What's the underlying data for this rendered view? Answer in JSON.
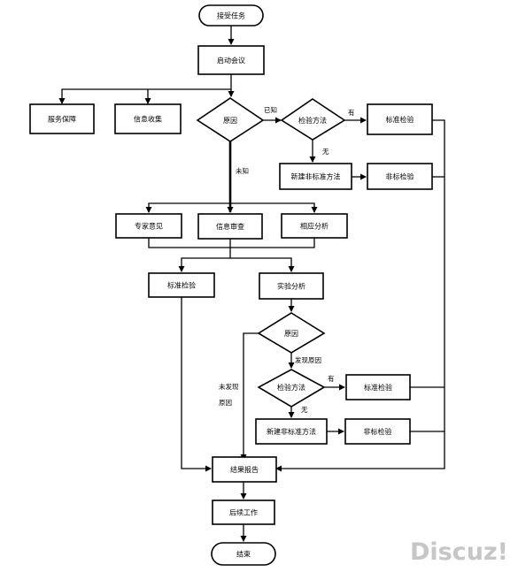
{
  "nodes": {
    "receive_task": "接受任务",
    "kickoff_meeting": "启动会议",
    "service_guarantee": "服务保障",
    "info_collection": "信息收集",
    "cause_decision_1": "原因",
    "test_method_decision_1": "检验方法",
    "standard_test_1": "标准检验",
    "new_nonstandard_method_1": "新建非标准方法",
    "nonstandard_test_1": "非标检验",
    "expert_opinion": "专家意见",
    "info_review": "信息审查",
    "correlation_analysis": "相应分析",
    "standard_test_2": "标准检验",
    "experiment_analysis": "实验分析",
    "cause_decision_2": "原因",
    "test_method_decision_2": "检验方法",
    "standard_test_3": "标准检验",
    "new_nonstandard_method_2": "新建非标准方法",
    "nonstandard_test_2": "非标检验",
    "result_report": "结果报告",
    "followup_work": "后续工作",
    "end": "结束"
  },
  "edge_labels": {
    "known": "已知",
    "unknown": "未知",
    "yes_1": "有",
    "no_1": "无",
    "cause_found": "发现原因",
    "cause_not_found_line1": "未发现",
    "cause_not_found_line2": "原因",
    "yes_2": "有",
    "no_2": "无"
  },
  "watermark": "Discuz!",
  "colors": {
    "stroke": "#000000",
    "fill": "#ffffff",
    "watermark": "#c6c6c6"
  }
}
